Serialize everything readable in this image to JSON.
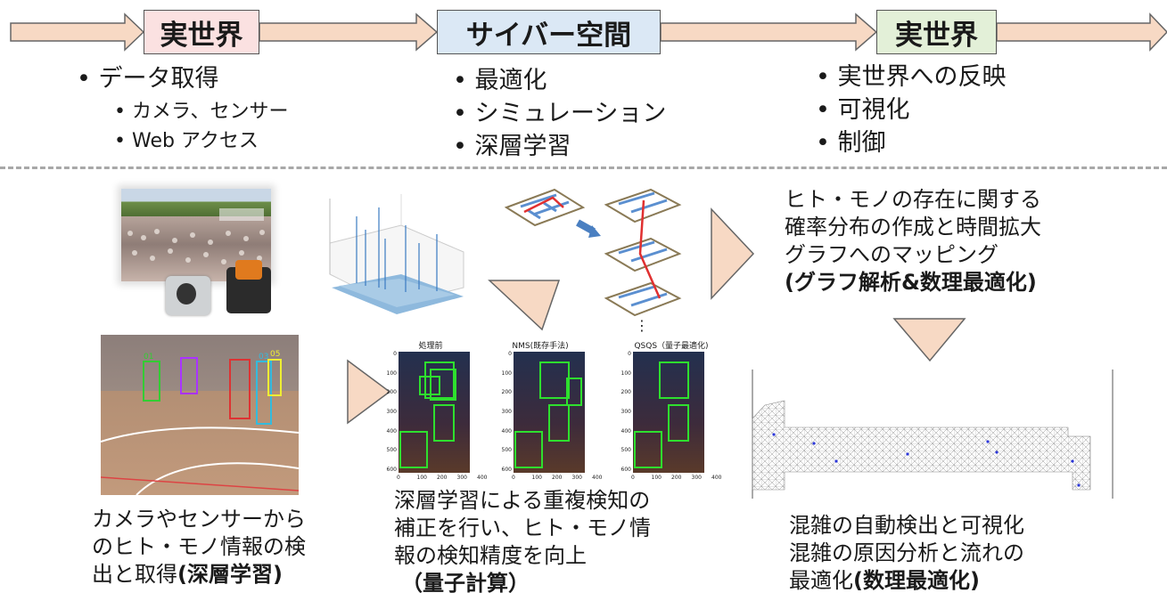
{
  "stages": {
    "real_world_1": "実世界",
    "cyber_space": "サイバー空間",
    "real_world_2": "実世界"
  },
  "colors": {
    "arrow_fill": "#f7d9c4",
    "real_box": "#fbe1e1",
    "cyber_box": "#dbe8f5",
    "real_box_2": "#e3f0d8",
    "triangle": "#f7d9c4"
  },
  "lists": {
    "data": {
      "main": "データ取得",
      "subs": [
        "カメラ、センサー",
        "Web アクセス"
      ]
    },
    "cyber": [
      "最適化",
      "シミュレーション",
      "深層学習"
    ],
    "real": [
      "実世界への反映",
      "可視化",
      "制御"
    ]
  },
  "captions": {
    "left_1": "カメラやセンサーから",
    "left_2": "のヒト・モノ情報の検",
    "left_3_pre": "出と取得",
    "left_3_bold": "(深層学習)",
    "mid_1": "深層学習による重複検知の",
    "mid_2": "補正を行い、ヒト・モノ情",
    "mid_3": "報の検知精度を向上",
    "mid_4": "（量子計算）",
    "right_top_1": "ヒト・モノの存在に関する",
    "right_top_2": "確率分布の作成と時間拡大",
    "right_top_3": "グラフへのマッピング",
    "right_top_4": "(グラフ解析&数理最適化)",
    "right_bot_1": "混雑の自動検出と可視化",
    "right_bot_2": "混雑の原因分析と流れの",
    "right_bot_3_pre": "最適化",
    "right_bot_3_bold": "(数理最適化)"
  },
  "panels": {
    "titles": [
      "処理前",
      "NMS(既存手法)",
      "QSQS（量子最適化)"
    ],
    "y_ticks": [
      "0",
      "100",
      "200",
      "300",
      "400",
      "500",
      "600"
    ],
    "x_ticks": [
      "0",
      "100",
      "200",
      "300",
      "400"
    ]
  },
  "tracking_labels": [
    "03",
    "05",
    "01"
  ],
  "ellipsis": "⋮"
}
